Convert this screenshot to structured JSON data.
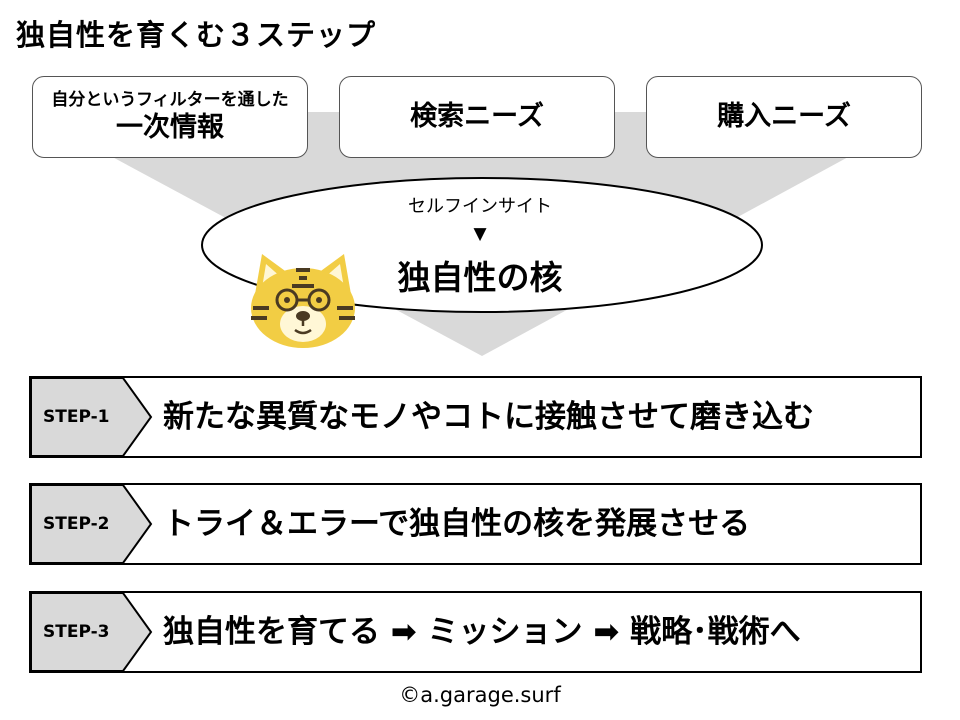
{
  "title": "独自性を育くむ３ステップ",
  "sources": [
    {
      "small": "自分というフィルターを通した",
      "main": "一次情報"
    },
    {
      "small": "",
      "main": "検索ニーズ"
    },
    {
      "small": "",
      "main": "購入ニーズ"
    }
  ],
  "core": {
    "subtitle": "セルフインサイト",
    "arrow": "▼",
    "title": "独自性の核"
  },
  "steps": [
    {
      "label": "STEP-1",
      "text": "新たな異質なモノやコトに接触させて磨き込む"
    },
    {
      "label": "STEP-2",
      "text": "トライ＆エラーで独自性の核を発展させる"
    },
    {
      "label": "STEP-3",
      "text": "独自性を育てる ➡ ミッション ➡ 戦略･戦術へ"
    }
  ],
  "footer": "©a.garage.surf",
  "colors": {
    "funnel": "#d9d9d9",
    "step_tag": "#d9d9d9",
    "tiger_face": "#f2cd44",
    "tiger_muzzle": "#fff7d6",
    "tiger_stripe": "#4a3a22"
  },
  "icons": [
    "tiger-mascot-icon"
  ]
}
